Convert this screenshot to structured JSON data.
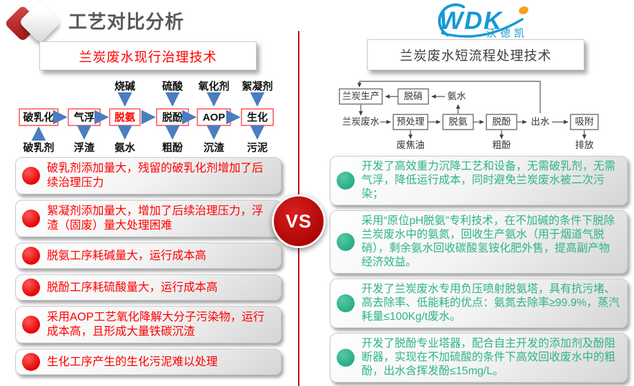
{
  "header": {
    "title": "工艺对比分析"
  },
  "logo": {
    "acronym": "WDK",
    "name": "沃德凯"
  },
  "vs_label": "VS",
  "left": {
    "panel_title": "兰炭废水现行治理技术",
    "flow": {
      "boxes": [
        "破乳化",
        "气浮",
        "脱氨",
        "脱酚",
        "AOP",
        "生化"
      ],
      "top_labels": [
        "烧碱",
        "硫酸",
        "氧化剂",
        "絮凝剂"
      ],
      "bottom_labels": [
        "破乳剂",
        "浮渣",
        "氨水",
        "粗酚",
        "沉渣",
        "污泥"
      ]
    },
    "issues": [
      "破乳剂添加量大，残留的破乳化剂增加了后续治理压力",
      "絮凝剂添加量大，增加了后续治理压力，浮渣（固废）量大处理困难",
      "脱氨工序耗碱量大，运行成本高",
      "脱酚工序耗硫酸量大，运行成本高",
      "采用AOP工艺氧化降解大分子污染物，运行成本高，且形成大量铁碳沉渣",
      "生化工序产生的生化污泥难以处理"
    ]
  },
  "right": {
    "panel_title": "兰炭废水短流程处理技术",
    "flow": {
      "boxes": [
        "兰炭生产",
        "脱硝",
        "预处理",
        "脱氨",
        "脱酚",
        "吸附"
      ],
      "labels": [
        "氨水",
        "兰炭废水",
        "出水",
        "废焦油",
        "粗酚",
        "排放"
      ]
    },
    "advantages": [
      "开发了高效重力沉降工艺和设备，无需破乳剂，无需气浮，降低运行成本，同时避免兰炭废水被二次污染；",
      "采用“原位pH脱氨”专利技术，在不加碱的条件下脱除兰炭废水中的氨氮，回收生产氨水（用于烟道气脱硝），剩余氨水回收碳酸氢铵化肥外售，提高副产物经济效益。",
      "开发了兰炭废水专用负压喷射脱氨塔，具有抗污堵、高去除率、低能耗的优点：氨氮去除率≥99.9%，蒸汽耗量≤100Kg/t废水。",
      "开发了脱酚专业塔器，配合自主开发的添加剂及酚阻断器，实现在不加硫酸的条件下高效回收废水中的粗酚，出水含挥发酚≤15mg/L。"
    ]
  },
  "colors": {
    "accent_red": "#b50d0d",
    "issue_red": "#ff0000",
    "advantage_green": "#2eb38c",
    "flow_arrow_blue": "#4a7ec0",
    "flow_box_border_red": "#ff5050",
    "title_gray": "#595959",
    "logo_blue": "#1899d5",
    "logo_orange": "#f4a11d"
  }
}
